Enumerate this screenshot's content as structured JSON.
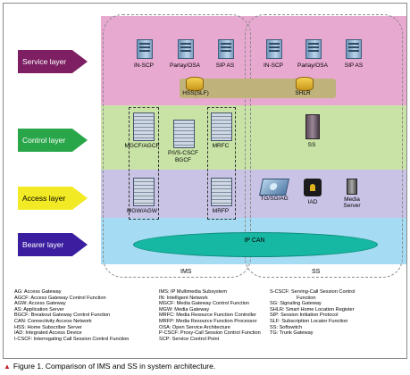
{
  "layers": {
    "service": "Service layer",
    "control": "Control layer",
    "access": "Access layer",
    "bearer": "Bearer layer"
  },
  "domains": {
    "ims": "IMS",
    "ss": "SS"
  },
  "service_nodes": {
    "ims_in_scp": "IN-SCP",
    "ims_parlay": "Parlay/OSA",
    "ims_sip_as": "SIP AS",
    "ss_in_scp": "IN-SCP",
    "ss_parlay": "Parlay/OSA",
    "ss_sip_as": "SIP AS",
    "hss": "HSS(SLF)",
    "shlr": "SHLR"
  },
  "control_nodes": {
    "mgcf": "MGCF/AGCF",
    "pcscf": "P/I/S-CSCF",
    "bgcf": "BGCF",
    "mrfc": "MRFC",
    "ss": "SS"
  },
  "access_nodes": {
    "mgw": "MGW/AGW",
    "mrfp": "MRFP",
    "tg": "TG/SG/AG",
    "iad": "IAD",
    "media": "Media Server"
  },
  "bearer": {
    "ipcan": "IP CAN"
  },
  "glossary": {
    "col1": [
      "AG: Access Gateway",
      "AGCF: Access Gateway Control Function",
      "AGW: Access Gateway",
      "AS: Application Server",
      "BGCF: Breakout Gateway Control Function",
      "CAN: Connectivity Access Network",
      "HSS: Home Subscriber Server",
      "IAD: Integrated Access Device",
      "I-CSCF: Interrogating Call Session Control Function"
    ],
    "col2": [
      "IMS: IP Multimedia Subsystem",
      "IN: Intelligent Network",
      "MGCF: Media Gateway Control Function",
      "MGW: Media Gateway",
      "MRFC: Media Resource Function Controller",
      "MRFP: Media Resource Function Processor",
      "OSA: Open Service Architecture",
      "P-CSCF: Proxy-Call Session Control Function",
      "SCP: Service Control Point"
    ],
    "col3": [
      "S-CSCF: Serving-Call Session Control",
      "Function",
      "SG: Signaling Gateway",
      "SHLR: Smart Home Location Register",
      "SIP: Session Initiation Protocol",
      "SLF: Subscription Locator Function",
      "SS: Softswitch",
      "TG: Trunk Gateway",
      ""
    ]
  },
  "caption": {
    "marker": "▲",
    "text": "Figure 1. Comparison of IMS and SS in system architecture."
  },
  "colors": {
    "service_band": "#e8a9d0",
    "control_band": "#c9e3a7",
    "access_band": "#c9c4e6",
    "bearer_band": "#a6dcf3",
    "ip_can": "#17b8a3",
    "hss_bar": "#bfb27b"
  }
}
